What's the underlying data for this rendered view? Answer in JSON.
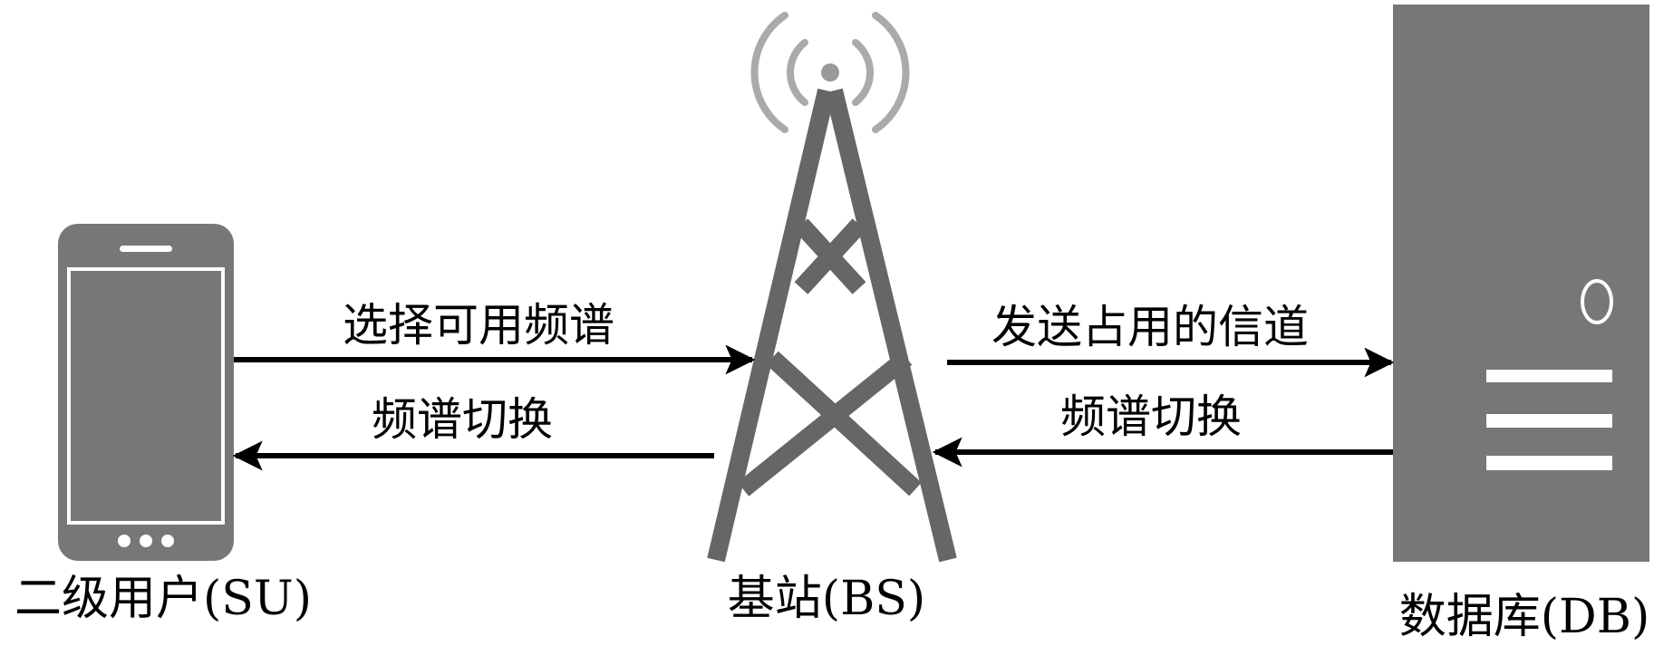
{
  "nodes": {
    "su": {
      "label": "二级用户(SU)"
    },
    "bs": {
      "label": "基站(BS)"
    },
    "db": {
      "label": "数据库(DB)"
    }
  },
  "edges": {
    "su_to_bs": {
      "label": "选择可用频谱"
    },
    "bs_to_su": {
      "label": "频谱切换"
    },
    "bs_to_db": {
      "label": "发送占用的信道"
    },
    "db_to_bs": {
      "label": "频谱切换"
    }
  },
  "colors": {
    "device_fill": "#777777",
    "signal_arcs": "#aaaaaa",
    "arrow": "#000000",
    "text": "#000000",
    "background": "#ffffff"
  }
}
